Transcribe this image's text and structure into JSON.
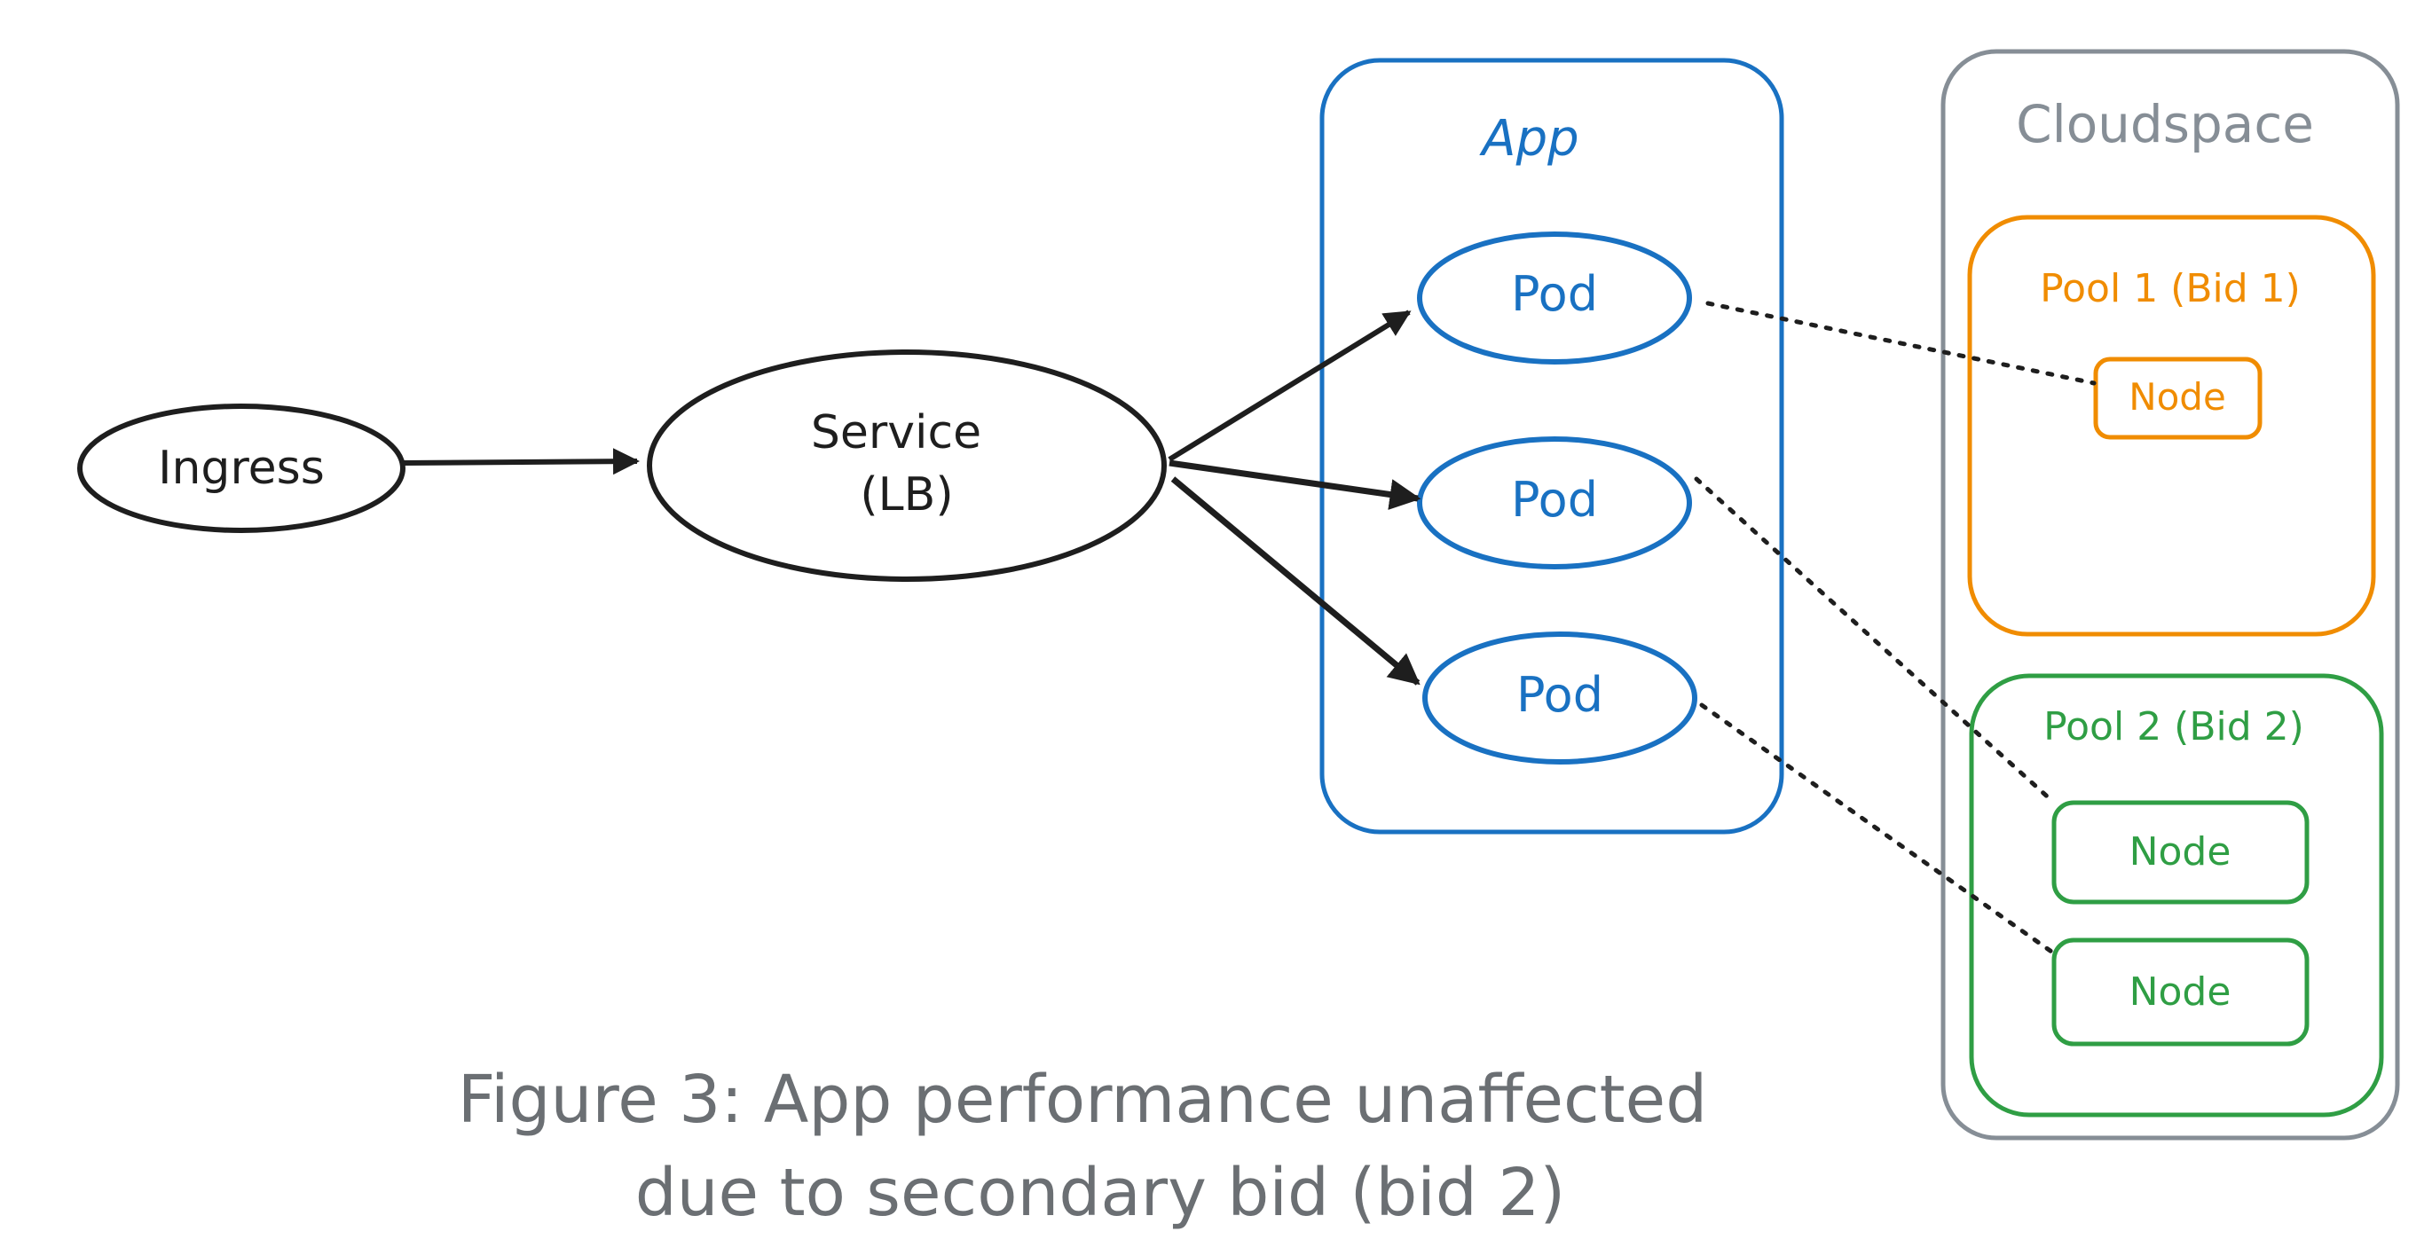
{
  "colors": {
    "ink": "#1e1e1e",
    "app": "#1971c2",
    "cloudspace": "#868e96",
    "pool1": "#f08c00",
    "pool2": "#2f9e44",
    "caption": "#6b6f73"
  },
  "nodes": {
    "ingress": "Ingress",
    "service_line1": "Service",
    "service_line2": "(LB)",
    "app_title": "App",
    "pods": [
      "Pod",
      "Pod",
      "Pod"
    ],
    "cloudspace_title": "Cloudspace",
    "pool1_title": "Pool 1 (Bid 1)",
    "pool1_node": "Node",
    "pool2_title": "Pool 2 (Bid 2)",
    "pool2_nodes": [
      "Node",
      "Node"
    ]
  },
  "caption": {
    "line1": "Figure 3: App performance unaffected",
    "line2": "due to secondary bid (bid 2)"
  }
}
